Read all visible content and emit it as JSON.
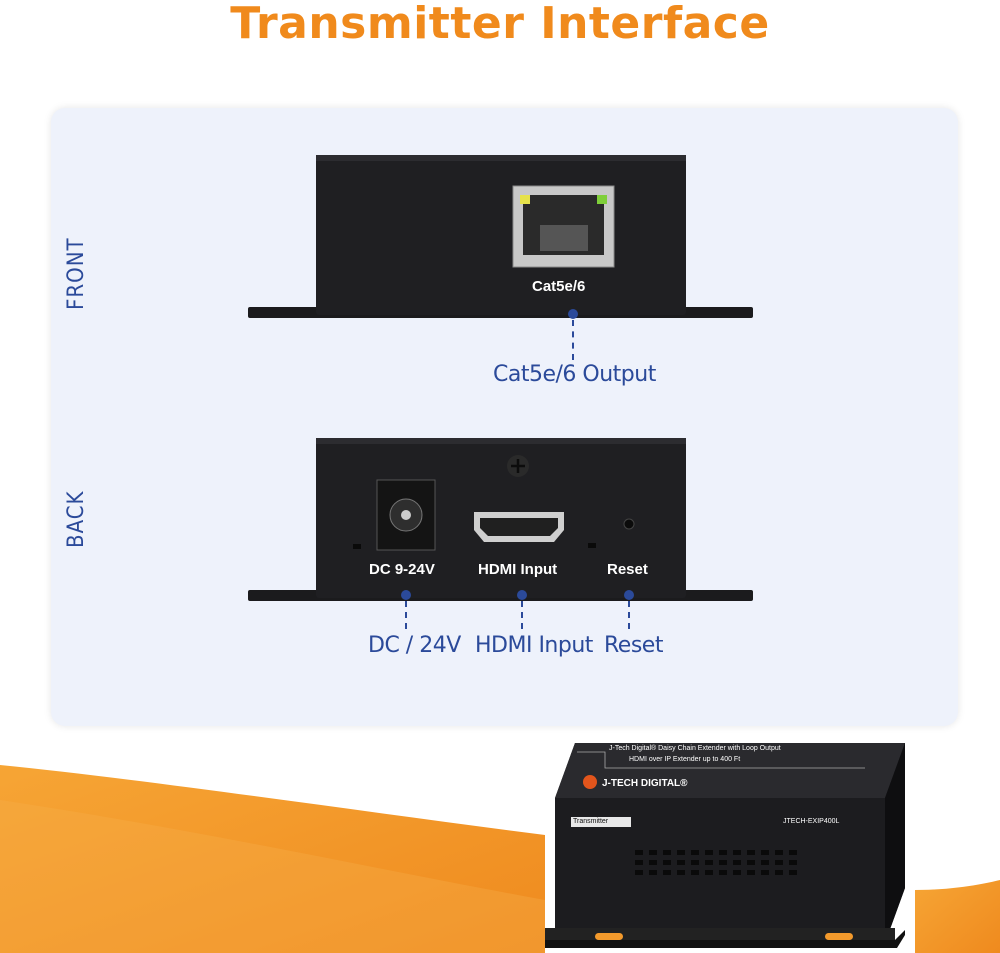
{
  "page": {
    "title": "Transmitter Interface"
  },
  "labels": {
    "front": "FRONT",
    "back": "BACK"
  },
  "front": {
    "port_label": "Cat5e/6",
    "callout": "Cat5e/6 Output"
  },
  "back": {
    "ports": {
      "dc": "DC 9-24V",
      "hdmi": "HDMI Input",
      "reset": "Reset"
    },
    "callouts": {
      "dc": "DC / 24V",
      "hdmi": "HDMI Input",
      "reset": "Reset"
    }
  },
  "product": {
    "line1": "J-Tech Digital® Daisy Chain Extender with Loop Output",
    "line2": "HDMI over IP Extender up to 400 Ft",
    "brand": "J-TECH DIGITAL®",
    "badge": "Transmitter",
    "model": "JTECH-EXIP400L"
  },
  "colors": {
    "title": "#f08a1c",
    "accent_blue": "#2b4a9a",
    "panel": "#eef2fb",
    "device": "#1b1b1d",
    "orange_wave": "#f39a2c"
  }
}
